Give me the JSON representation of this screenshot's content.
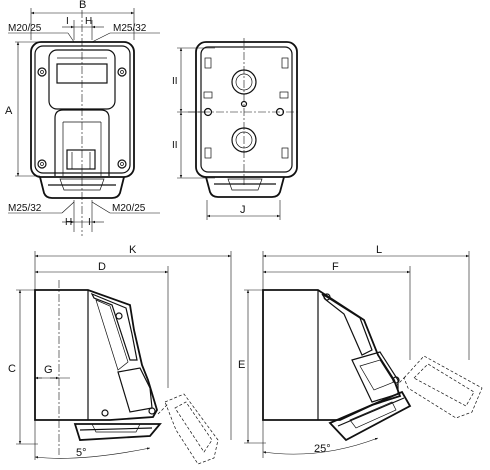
{
  "labels": {
    "B": "B",
    "I_top": "I",
    "H_top": "H",
    "M20_25_top": "M20/25",
    "M25_32_top": "M25/32",
    "A": "A",
    "M25_32_bottom": "M25/32",
    "M20_25_bottom": "M20/25",
    "H_bottom": "H",
    "I_bottom": "I",
    "II_upper": "II",
    "II_lower": "II",
    "J": "J",
    "K": "K",
    "D": "D",
    "C": "C",
    "G": "G",
    "angle_5": "5°",
    "L": "L",
    "F": "F",
    "E": "E",
    "angle_25": "25°"
  }
}
